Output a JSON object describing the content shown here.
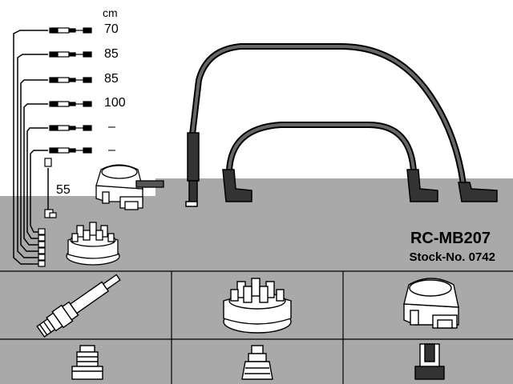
{
  "product": {
    "model": "RC-MB207",
    "stock_label": "Stock-No. 0742"
  },
  "lengths": {
    "unit": "cm",
    "values": [
      "70",
      "85",
      "85",
      "100",
      "–",
      "–",
      "55"
    ]
  },
  "colors": {
    "background_top": "#ffffff",
    "background_bottom": "#a9a9a9",
    "line": "#000000",
    "component_fill": "#ffffff"
  },
  "component_icons": [
    "spark-plug-icon",
    "distributor-cap-icon",
    "ignition-coil-icon",
    "plug-connector-icon",
    "distributor-connector-icon",
    "coil-connector-icon"
  ]
}
